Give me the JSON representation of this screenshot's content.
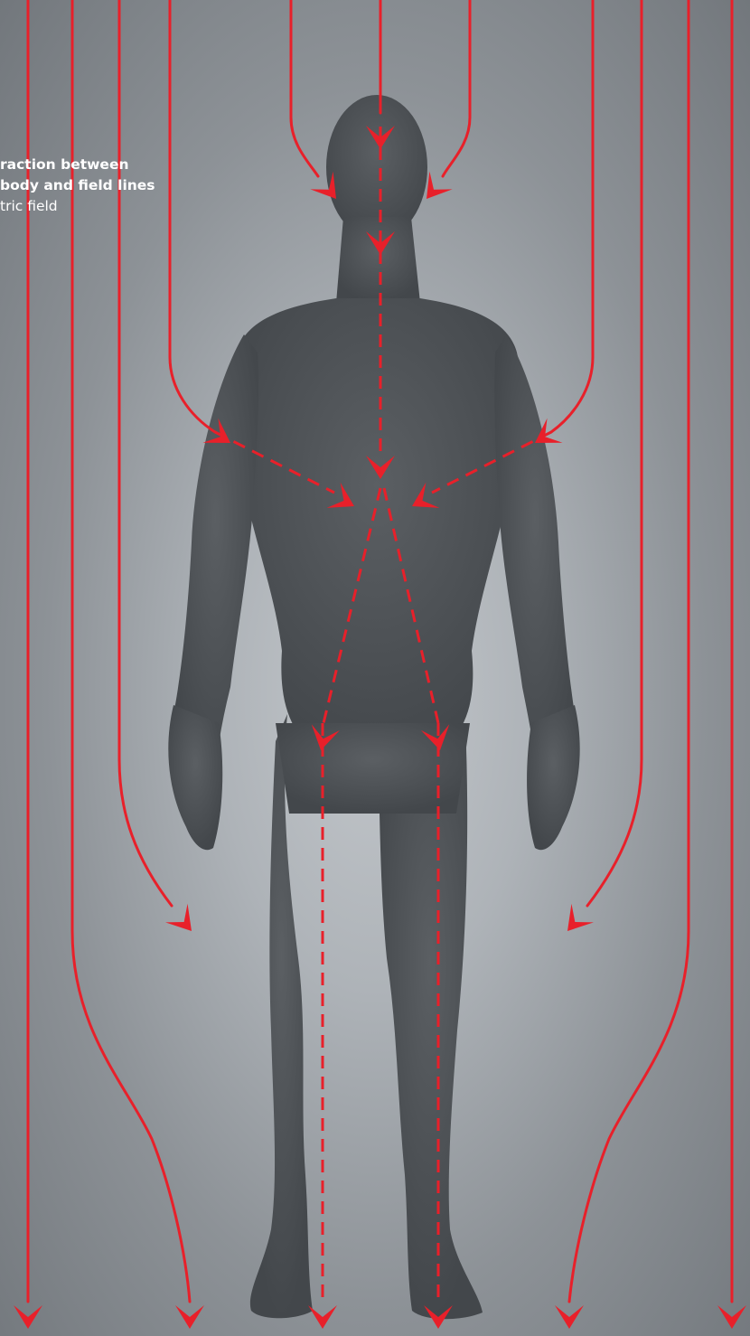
{
  "caption": {
    "line1": "raction between",
    "line2": "body and field lines",
    "line3": "tric field"
  },
  "colors": {
    "field_line": "#e8202a",
    "body": "#4f5357",
    "caption_text": "#ffffff"
  }
}
